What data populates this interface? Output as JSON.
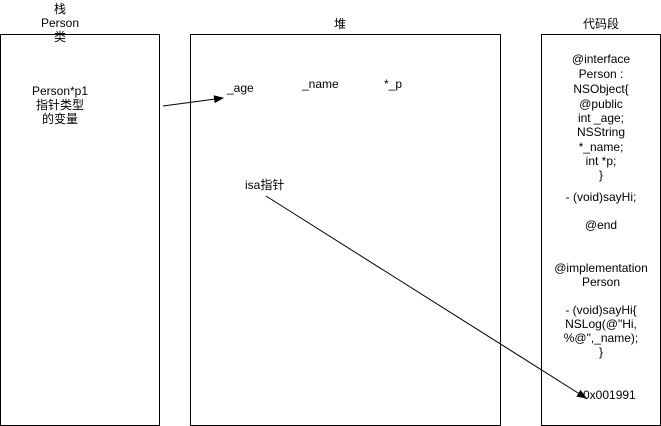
{
  "stack": {
    "title_line1": "栈",
    "title_line2": "Person",
    "title_line3": "类",
    "var_line1": "Person*p1",
    "var_line2": "指针类型",
    "var_line3": "的变量"
  },
  "heap": {
    "title": "堆",
    "field_age": "_age",
    "field_name": "_name",
    "field_p": "*_p",
    "isa": "isa指针"
  },
  "code_segment": {
    "title": "代码段",
    "lines": [
      "@interface",
      "Person :",
      "NSObject{",
      "@public",
      "int _age;",
      "NSString",
      "*_name;",
      "int *p;",
      "}",
      "- (void)sayHi;",
      "@end",
      "@implementation",
      "Person",
      "- (void)sayHi{",
      "NSLog(@\"Hi,",
      "%@\",_name);",
      "}"
    ],
    "address": "0x001991"
  }
}
